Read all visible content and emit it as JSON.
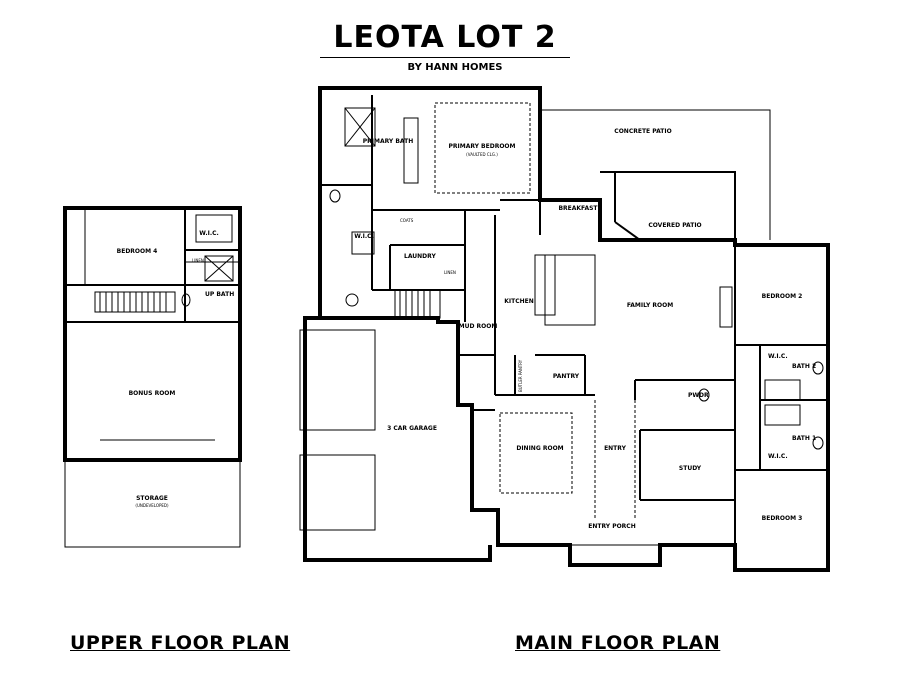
{
  "title": "LEOTA LOT 2",
  "subtitle": "BY HANN HOMES",
  "upper_floor": {
    "label": "UPPER FLOOR PLAN",
    "rooms": {
      "bedroom4": "BEDROOM 4",
      "wic": "W.I.C.",
      "linen": "LINEN",
      "up_bath": "UP BATH",
      "bonus_room": "BONUS ROOM",
      "storage": "STORAGE",
      "storage_note": "(UNDEVELOPED)"
    }
  },
  "main_floor": {
    "label": "MAIN FLOOR PLAN",
    "rooms": {
      "primary_bath": "PRIMARY BATH",
      "primary_bedroom": "PRIMARY BEDROOM",
      "primary_bedroom_note": "(VAULTED CLG.)",
      "wic": "W.I.C.",
      "coats": "COATS",
      "laundry": "LAUNDRY",
      "linen": "LINEN",
      "concrete_patio": "CONCRETE PATIO",
      "breakfast": "BREAKFAST",
      "covered_patio": "COVERED PATIO",
      "kitchen": "KITCHEN",
      "family_room": "FAMILY ROOM",
      "mud_room": "MUD ROOM",
      "butler_pantry": "BUTLER PANTRY",
      "pantry": "PANTRY",
      "garage": "3 CAR GARAGE",
      "dining_room": "DINING ROOM",
      "entry": "ENTRY",
      "study": "STUDY",
      "entry_porch": "ENTRY PORCH",
      "pwdr": "PWDR",
      "bedroom2": "BEDROOM 2",
      "bath2": "BATH 2",
      "bath1": "BATH 1",
      "bedroom3": "BEDROOM 3",
      "wic_b2": "W.I.C.",
      "wic_b1": "W.I.C."
    }
  }
}
